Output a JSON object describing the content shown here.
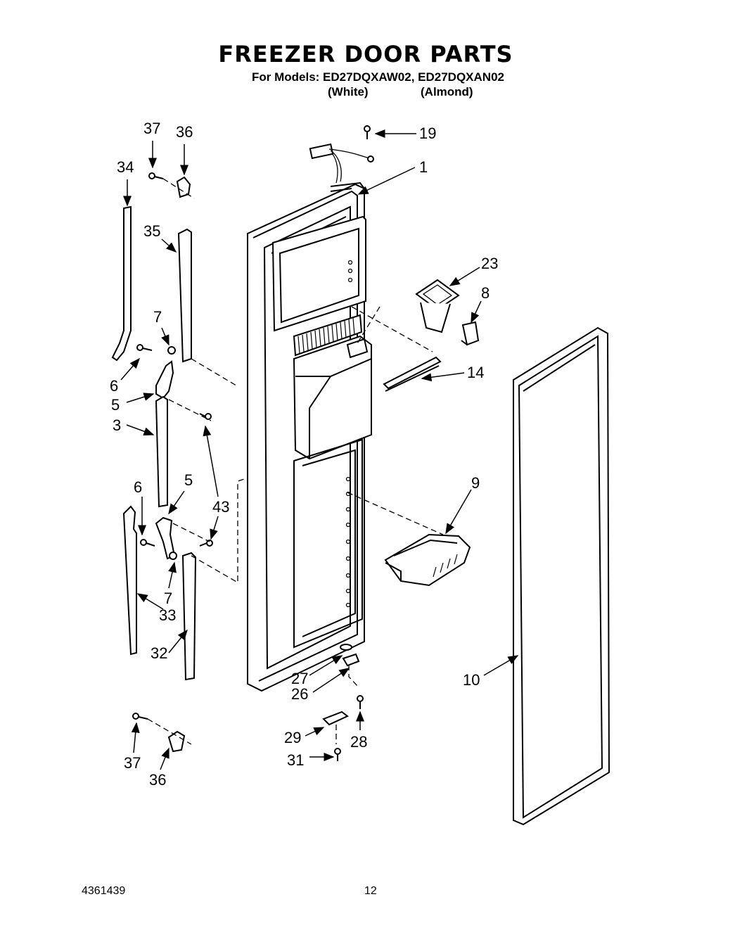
{
  "header": {
    "title": "FREEZER DOOR PARTS",
    "models_line": "For Models: ED27DQXAW02, ED27DQXAN02",
    "variant_white": "(White)",
    "variant_almond": "(Almond)"
  },
  "callouts": [
    "37",
    "36",
    "34",
    "35",
    "7",
    "6",
    "5",
    "3",
    "6",
    "5",
    "43",
    "7",
    "33",
    "32",
    "37",
    "36",
    "19",
    "1",
    "23",
    "8",
    "14",
    "9",
    "27",
    "26",
    "29",
    "28",
    "31",
    "10"
  ],
  "footer": {
    "doc_number": "4361439",
    "page_number": "12"
  }
}
